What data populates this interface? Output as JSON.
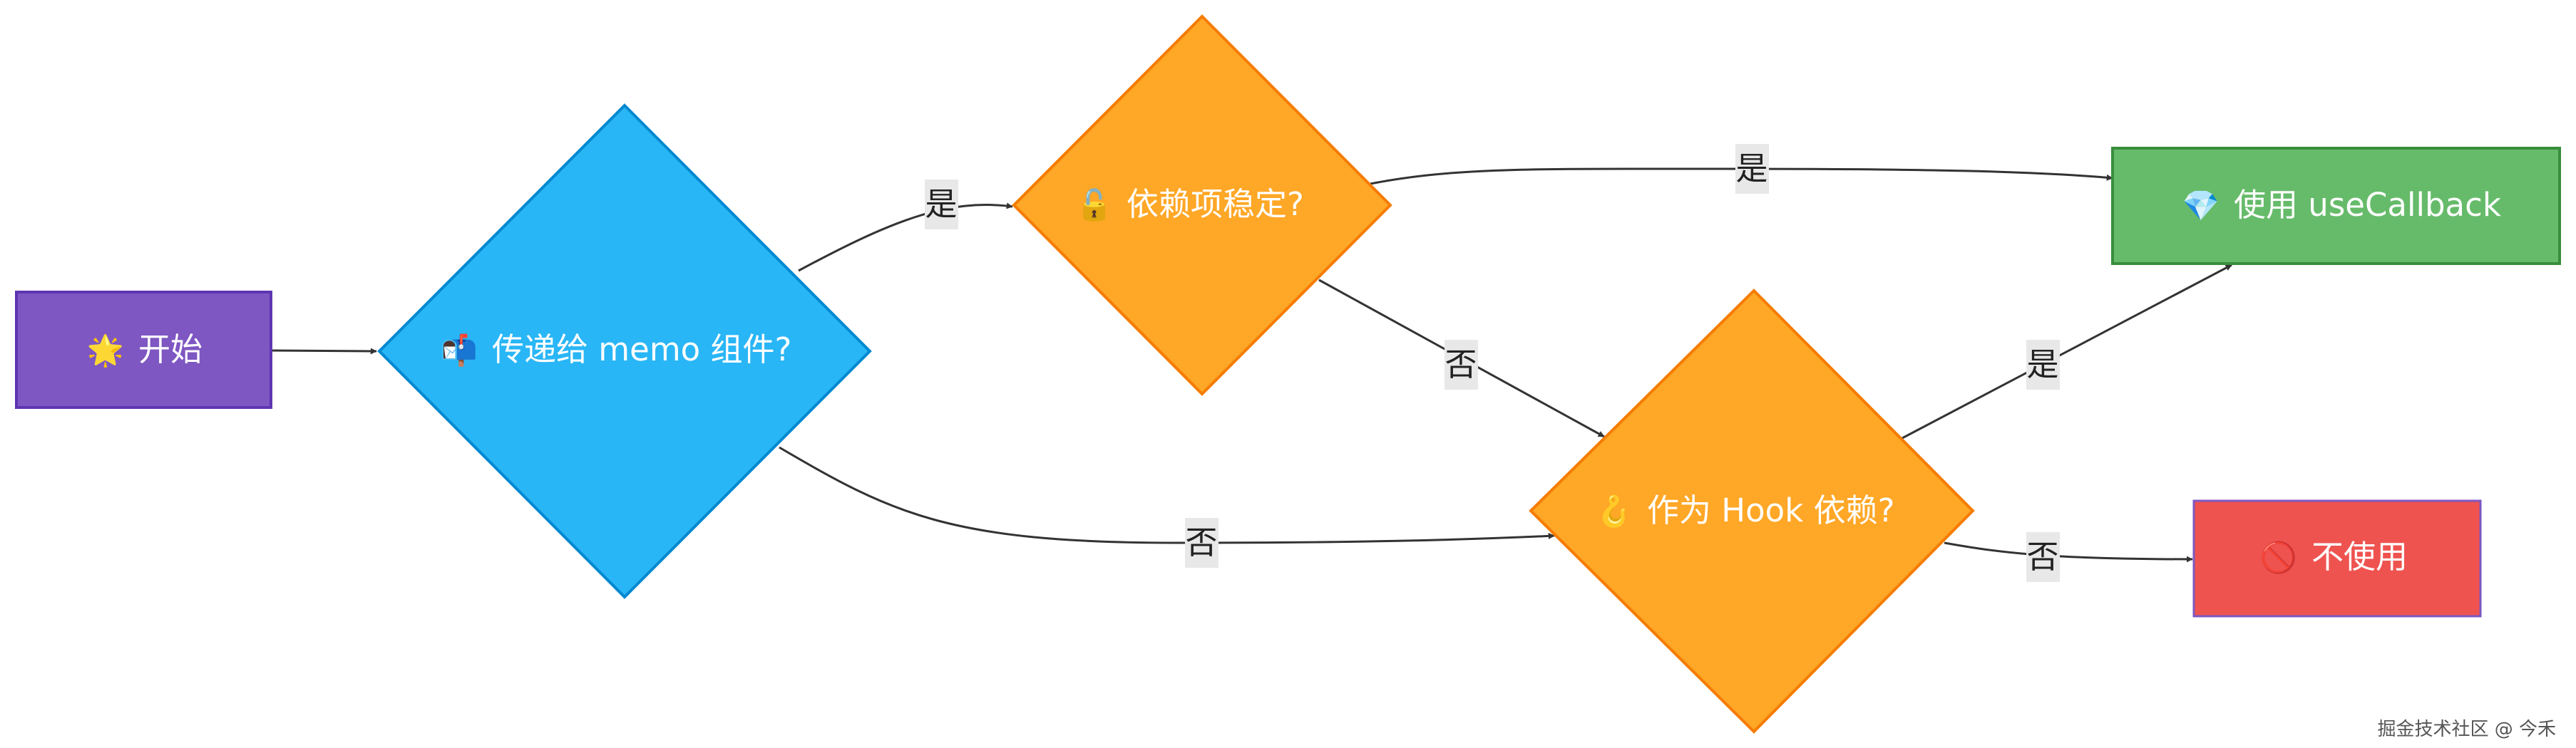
{
  "nodes": {
    "start": {
      "icon": "star-icon",
      "glyph": "🌟",
      "label": "开始",
      "fill": "#7e57c2",
      "stroke": "#5e35b1"
    },
    "memo": {
      "icon": "mailbox-icon",
      "glyph": "📬",
      "label": "传递给 memo 组件?",
      "fill": "#29b6f6",
      "stroke": "#0288d1"
    },
    "deps": {
      "icon": "unlock-icon",
      "glyph": "🔓",
      "label": "依赖项稳定?",
      "fill": "#ffa726",
      "stroke": "#f57c00"
    },
    "hook": {
      "icon": "hook-icon",
      "glyph": "🪝",
      "label": "作为 Hook 依赖?",
      "fill": "#ffa726",
      "stroke": "#f57c00"
    },
    "use": {
      "icon": "gem-icon",
      "glyph": "💎",
      "label": "使用 useCallback",
      "fill": "#66bb6a",
      "stroke": "#388e3c"
    },
    "nouse": {
      "icon": "no-entry-icon",
      "glyph": "🚫",
      "label": "不使用",
      "fill": "#ef5350",
      "stroke": "#7e57c2"
    }
  },
  "edges": {
    "memo_yes": "是",
    "memo_no": "否",
    "deps_yes": "是",
    "deps_no": "否",
    "hook_yes": "是",
    "hook_no": "否"
  },
  "watermark": "掘金技术社区 @ 今禾"
}
